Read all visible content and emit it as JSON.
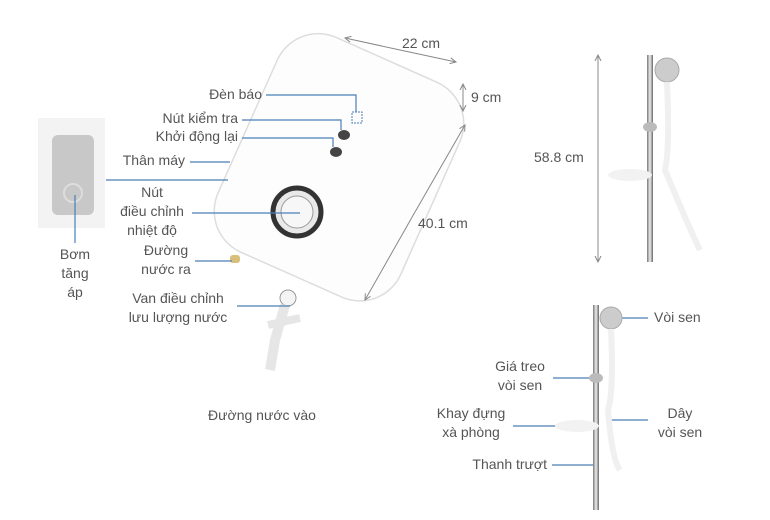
{
  "dimensions": {
    "width": "22 cm",
    "depth": "9 cm",
    "height": "40.1 cm",
    "shower_height": "58.8 cm"
  },
  "heater_labels": {
    "indicator_light": "Đèn báo",
    "test_button": "Nút kiểm tra",
    "reset_button": "Khởi động lại",
    "body": "Thân máy",
    "temp_knob": [
      "Nút",
      "điều chỉnh",
      "nhiệt độ"
    ],
    "water_outlet": [
      "Đường",
      "nước ra"
    ],
    "flow_valve": [
      "Van điều chỉnh",
      "lưu lượng nước"
    ],
    "water_inlet": "Đường nước vào",
    "booster_pump": [
      "Bơm",
      "tăng",
      "áp"
    ]
  },
  "shower_labels": {
    "shower_head": "Vòi sen",
    "holder": [
      "Giá treo",
      "vòi sen"
    ],
    "soap_tray": [
      "Khay đựng",
      "xà phòng"
    ],
    "hose": [
      "Dây",
      "vòi sen"
    ],
    "slide_bar": "Thanh trượt"
  },
  "colors": {
    "leader_line": "#4a7fb5",
    "text": "#555555",
    "dimension_line": "#888888"
  }
}
